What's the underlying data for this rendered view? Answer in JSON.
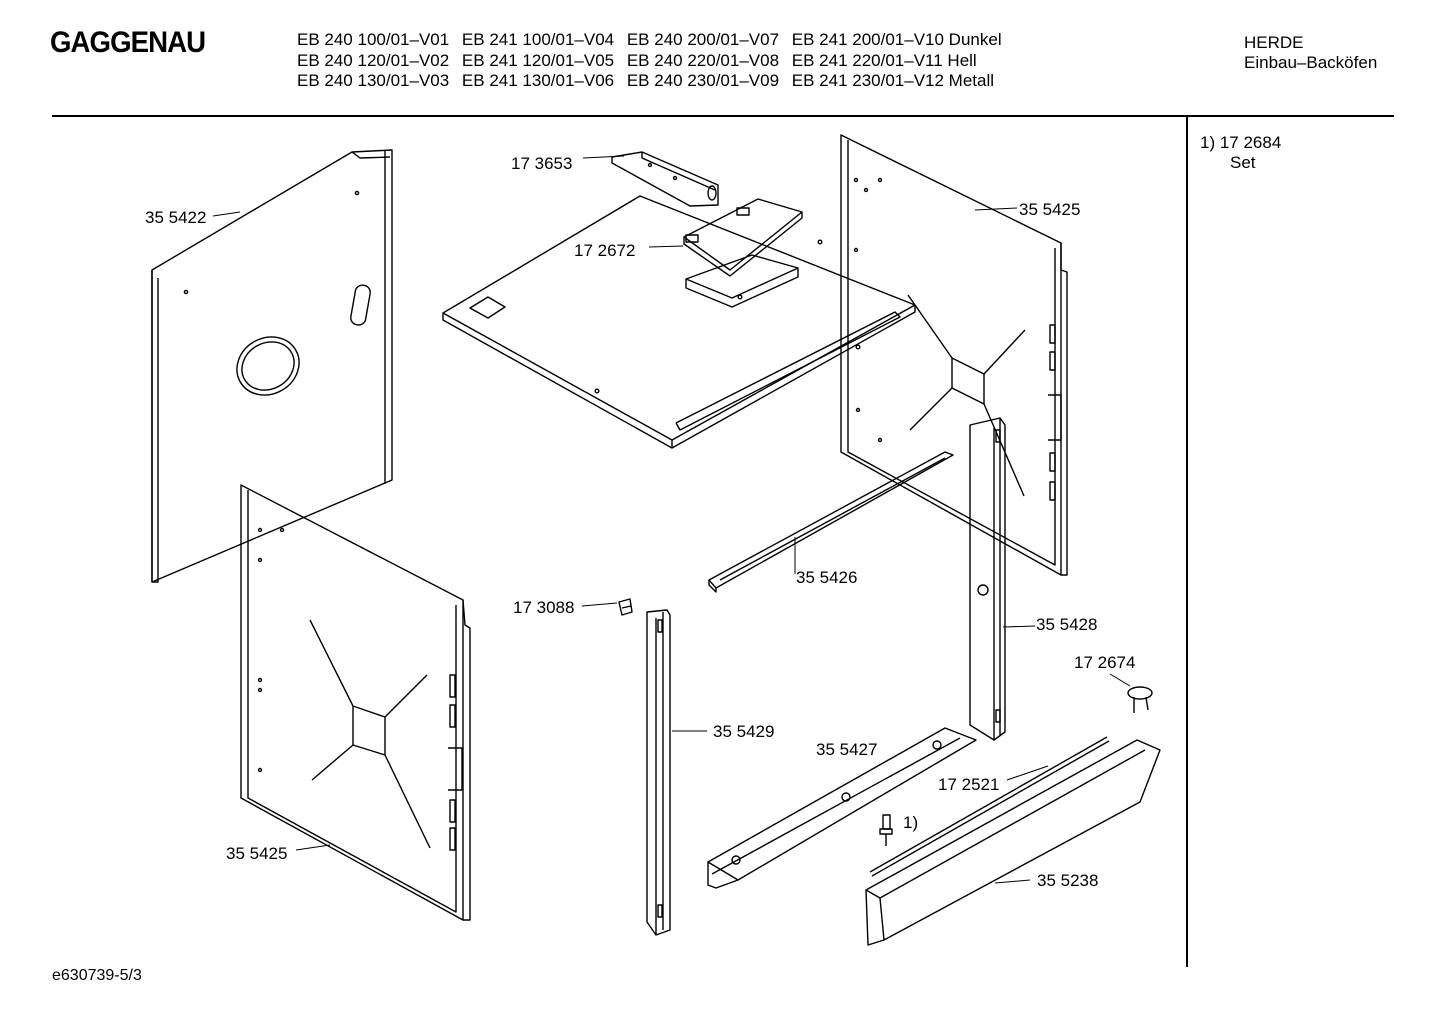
{
  "header": {
    "brand": "GAGGENAU",
    "models": [
      [
        "EB 240 100/01–V01",
        "EB 241 100/01–V04",
        "EB 240 200/01–V07",
        "EB 241 200/01–V10 Dunkel"
      ],
      [
        "EB 240 120/01–V02",
        "EB 241 120/01–V05",
        "EB 240 220/01–V08",
        "EB 241 220/01–V11 Hell"
      ],
      [
        "EB 240 130/01–V03",
        "EB 241 130/01–V06",
        "EB 240 230/01–V09",
        "EB 241 230/01–V12 Metall"
      ]
    ],
    "category_line1": "HERDE",
    "category_line2": "Einbau–Backöfen"
  },
  "notes": {
    "line1": "1) 17 2684",
    "line2": "Set"
  },
  "parts": {
    "p173653": "17 3653",
    "p172672": "17 2672",
    "p355422": "35 5422",
    "p355425_top": "35 5425",
    "p355426": "35 5426",
    "p173088": "17 3088",
    "p355428": "35 5428",
    "p172674": "17 2674",
    "p355429": "35 5429",
    "p355427": "35 5427",
    "p172521": "17 2521",
    "p_set_ref": "1)",
    "p355425_bottom": "35 5425",
    "p355238": "35 5238"
  },
  "footer": {
    "drawing_id": "e630739-5/3"
  }
}
